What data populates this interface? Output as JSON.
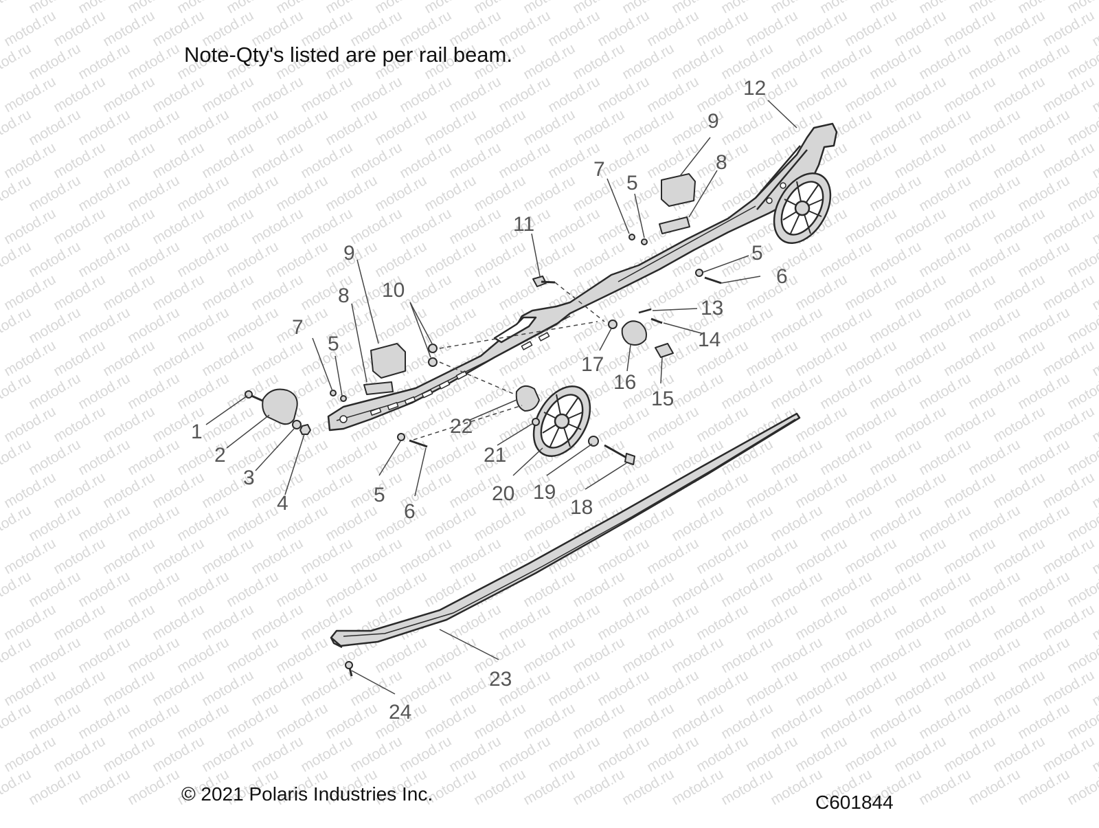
{
  "note": "Note-Qty's listed are per rail beam.",
  "copyright": "© 2021 Polaris Industries Inc.",
  "figure_id": "C601844",
  "watermark": "motod.ru",
  "callouts": {
    "c1": "1",
    "c2": "2",
    "c3": "3",
    "c4": "4",
    "c5a": "5",
    "c5b": "5",
    "c5c": "5",
    "c5d": "5",
    "c6a": "6",
    "c6b": "6",
    "c7a": "7",
    "c7b": "7",
    "c8a": "8",
    "c8b": "8",
    "c9a": "9",
    "c9b": "9",
    "c10": "10",
    "c11": "11",
    "c12": "12",
    "c13": "13",
    "c14": "14",
    "c15": "15",
    "c16": "16",
    "c17": "17",
    "c18": "18",
    "c19": "19",
    "c20": "20",
    "c21": "21",
    "c22": "22",
    "c23": "23",
    "c24": "24"
  },
  "colors": {
    "part_fill": "#d6d6d6",
    "part_stroke": "#2a2a2a",
    "leader": "#444444"
  }
}
